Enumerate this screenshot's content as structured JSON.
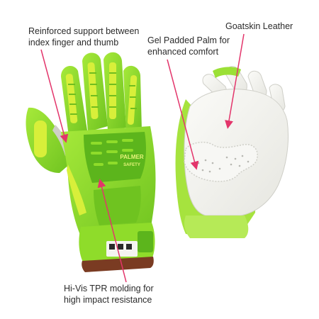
{
  "callouts": {
    "reinforced": [
      "Reinforced support between",
      "index finger and thumb"
    ],
    "gel": [
      "Gel Padded Palm for",
      "enhanced comfort"
    ],
    "leather": [
      "Goatskin Leather"
    ],
    "tpr": [
      "Hi-Vis TPR molding for",
      "high impact resistance"
    ]
  },
  "brand": {
    "logo_top": "PALMER",
    "logo_bottom": "SAFETY"
  },
  "colors": {
    "hi_vis_green": "#8fdc2a",
    "dark_green": "#5cb51c",
    "yellow": "#d8ef3a",
    "leather": "#f2f2ee",
    "cuff_edge": "#7a3b22",
    "arrow": "#e3356b"
  }
}
